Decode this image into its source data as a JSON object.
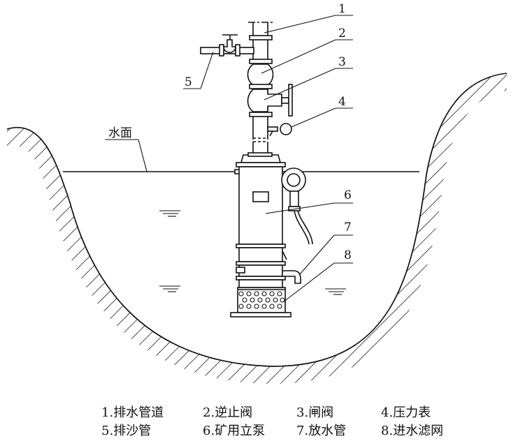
{
  "diagram": {
    "water_surface_label": "水面",
    "callouts": [
      "1",
      "2",
      "3",
      "4",
      "5",
      "6",
      "7",
      "8"
    ],
    "legend": [
      {
        "number": "1.",
        "label": "排水管道"
      },
      {
        "number": "2.",
        "label": "逆止阀"
      },
      {
        "number": "3.",
        "label": "闸阀"
      },
      {
        "number": "4.",
        "label": "压力表"
      },
      {
        "number": "5.",
        "label": "排沙管"
      },
      {
        "number": "6.",
        "label": "矿用立泵"
      },
      {
        "number": "7.",
        "label": "放水管"
      },
      {
        "number": "8.",
        "label": "进水滤网"
      }
    ]
  }
}
